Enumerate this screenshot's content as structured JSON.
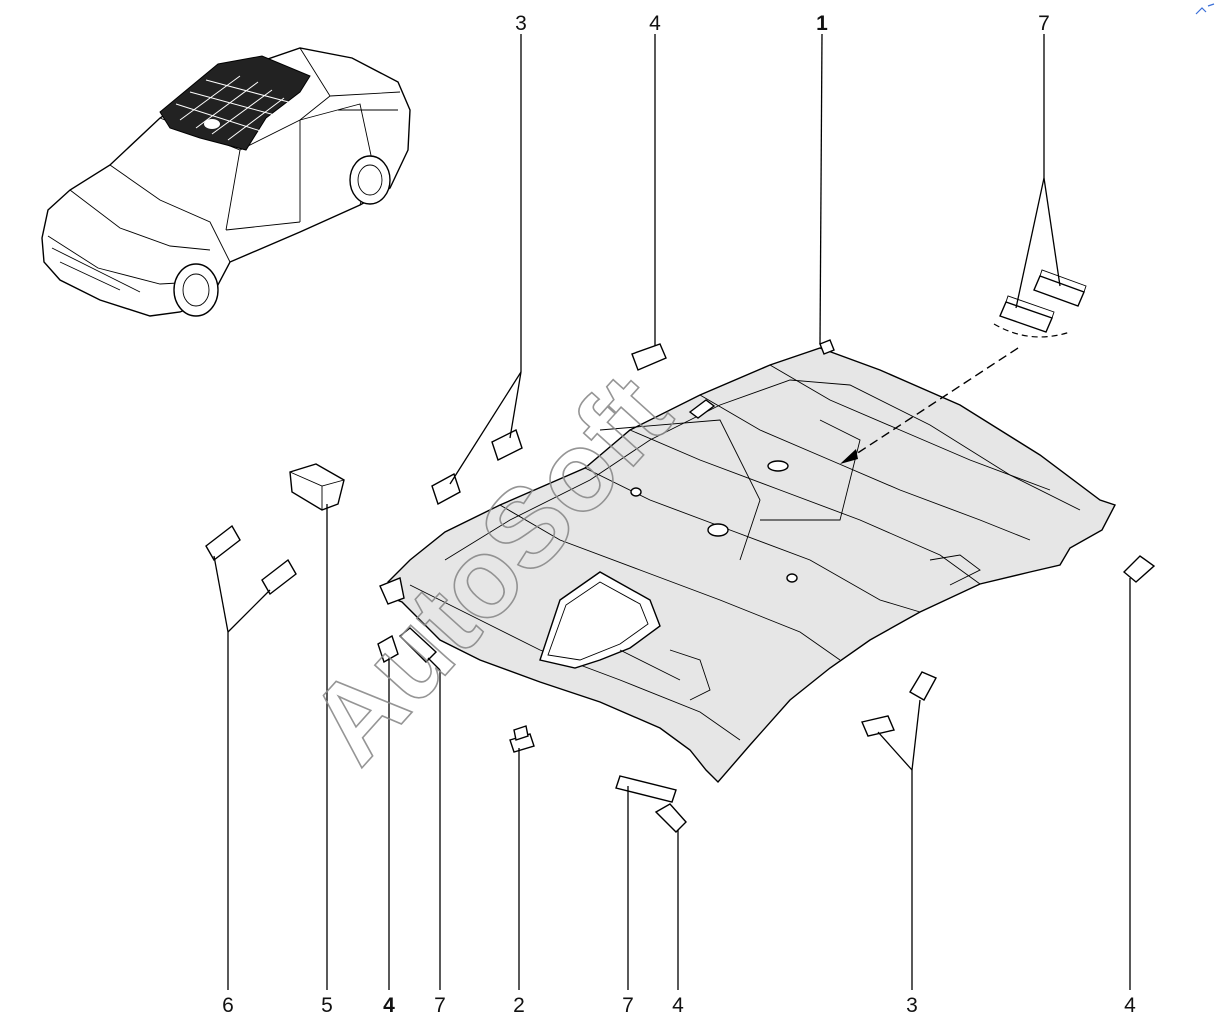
{
  "diagram": {
    "callouts": {
      "top": {
        "c3": "3",
        "c4": "4",
        "c1": "1",
        "c7": "7"
      },
      "bottom": {
        "c6": "6",
        "c5": "5",
        "c4a": "4",
        "c7a": "7",
        "c2": "2",
        "c7b": "7",
        "c4b": "4",
        "c3": "3",
        "c4c": "4"
      }
    },
    "watermark": "AutoSoft"
  }
}
